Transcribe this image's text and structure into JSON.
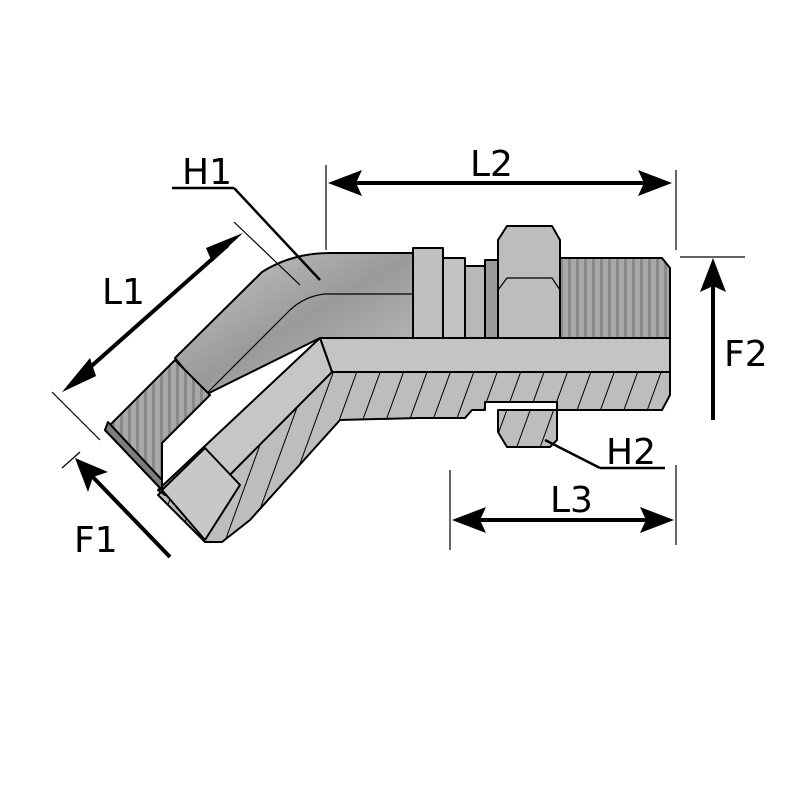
{
  "labels": {
    "h1": "H1",
    "l1": "L1",
    "l2": "L2",
    "f2": "F2",
    "h2": "H2",
    "l3": "L3",
    "f1": "F1"
  },
  "colors": {
    "body": "#bdbdbd",
    "shade": "#8f8f8f",
    "thread": "#a4a4a4"
  }
}
